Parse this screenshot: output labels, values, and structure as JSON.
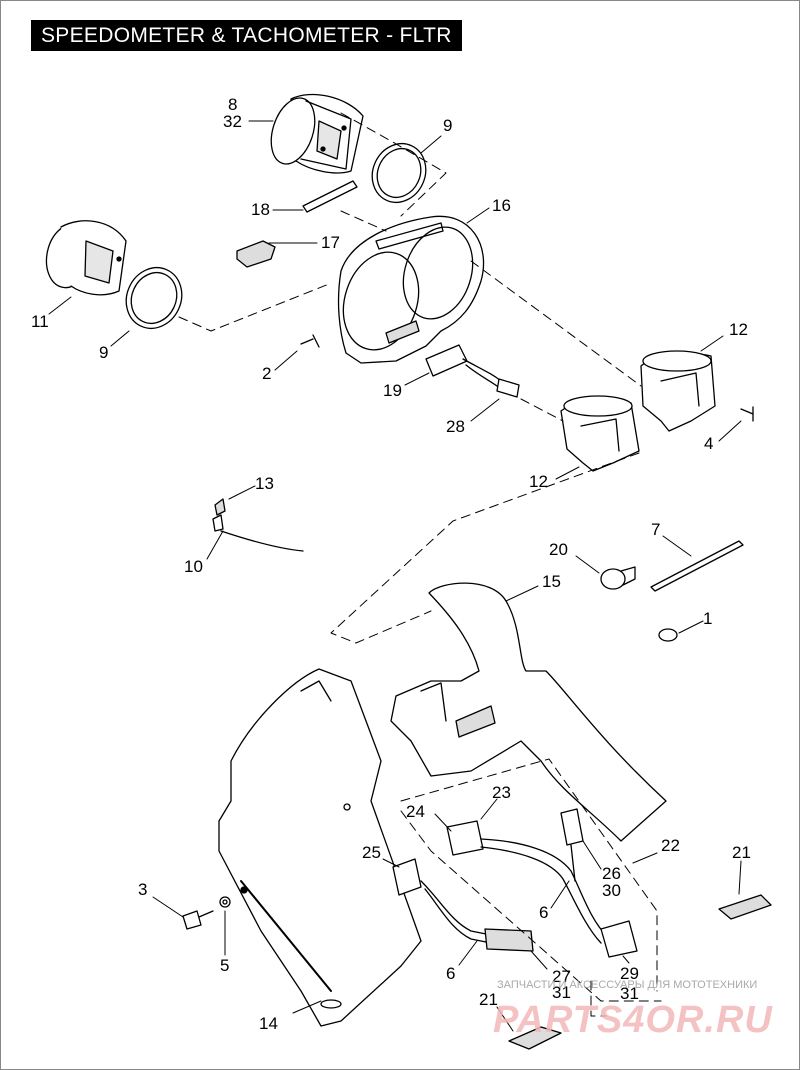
{
  "title": "SPEEDOMETER & TACHOMETER - FLTR",
  "callouts": [
    {
      "id": "c8",
      "text": "8"
    },
    {
      "id": "c32",
      "text": "32"
    },
    {
      "id": "c9a",
      "text": "9"
    },
    {
      "id": "c18",
      "text": "18"
    },
    {
      "id": "c16",
      "text": "16"
    },
    {
      "id": "c17",
      "text": "17"
    },
    {
      "id": "c11",
      "text": "11"
    },
    {
      "id": "c9b",
      "text": "9"
    },
    {
      "id": "c12a",
      "text": "12"
    },
    {
      "id": "c2",
      "text": "2"
    },
    {
      "id": "c19",
      "text": "19"
    },
    {
      "id": "c28",
      "text": "28"
    },
    {
      "id": "c4",
      "text": "4"
    },
    {
      "id": "c12b",
      "text": "12"
    },
    {
      "id": "c13",
      "text": "13"
    },
    {
      "id": "c10",
      "text": "10"
    },
    {
      "id": "c20",
      "text": "20"
    },
    {
      "id": "c7",
      "text": "7"
    },
    {
      "id": "c15",
      "text": "15"
    },
    {
      "id": "c1",
      "text": "1"
    },
    {
      "id": "c23",
      "text": "23"
    },
    {
      "id": "c24",
      "text": "24"
    },
    {
      "id": "c22",
      "text": "22"
    },
    {
      "id": "c21a",
      "text": "21"
    },
    {
      "id": "c25",
      "text": "25"
    },
    {
      "id": "c26",
      "text": "26"
    },
    {
      "id": "c30",
      "text": "30"
    },
    {
      "id": "c3",
      "text": "3"
    },
    {
      "id": "c6a",
      "text": "6"
    },
    {
      "id": "c5",
      "text": "5"
    },
    {
      "id": "c6b",
      "text": "6"
    },
    {
      "id": "c27",
      "text": "27"
    },
    {
      "id": "c31a",
      "text": "31"
    },
    {
      "id": "c29",
      "text": "29"
    },
    {
      "id": "c31b",
      "text": "31"
    },
    {
      "id": "c21b",
      "text": "21"
    },
    {
      "id": "c14",
      "text": "14"
    }
  ],
  "watermark": {
    "tagline": "ЗАПЧАСТИ И АКСЕССУАРЫ ДЛЯ МОТОТЕХНИКИ",
    "brand": "PARTS4OR.RU"
  },
  "colors": {
    "line": "#000000",
    "fill": "#ffffff",
    "shade": "#d9d9d9",
    "brand": "#f3b8b8"
  }
}
